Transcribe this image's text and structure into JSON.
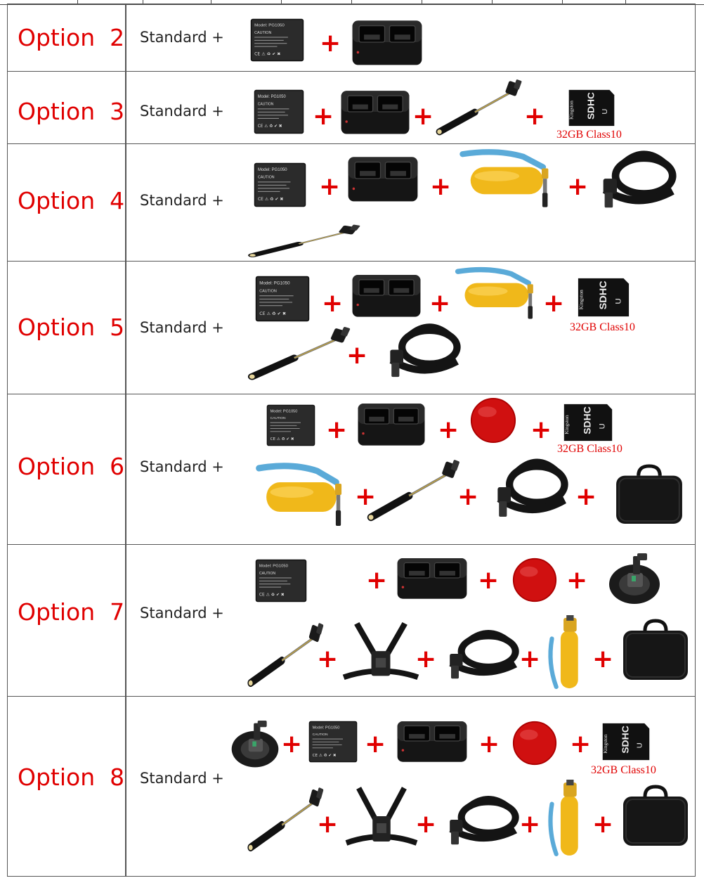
{
  "rows": [
    {
      "label": "Option  2",
      "standard": "Standard +"
    },
    {
      "label": "Option  3",
      "standard": "Standard +",
      "sd_caption": "32GB Class10"
    },
    {
      "label": "Option  4",
      "standard": "Standard +"
    },
    {
      "label": "Option  5",
      "standard": "Standard +",
      "sd_caption": "32GB Class10"
    },
    {
      "label": "Option  6",
      "standard": "Standard +",
      "sd_caption": "32GB Class10"
    },
    {
      "label": "Option  7",
      "standard": "Standard +"
    },
    {
      "label": "Option  8",
      "standard": "Standard +",
      "sd_caption": "32GB Class10"
    }
  ],
  "plus_sign": "+",
  "battery": {
    "model": "Model: PG1050",
    "caution": "CAUTION",
    "symbols": "CE ⚠ ♻ ✔ ✖"
  },
  "sd_card": {
    "brand": "Kingston",
    "text": "SDHC"
  },
  "colors": {
    "label": "#e00000",
    "border": "#555555",
    "float": "#f0b81a",
    "strap": "#5aaad8",
    "filter": "#d01010"
  }
}
